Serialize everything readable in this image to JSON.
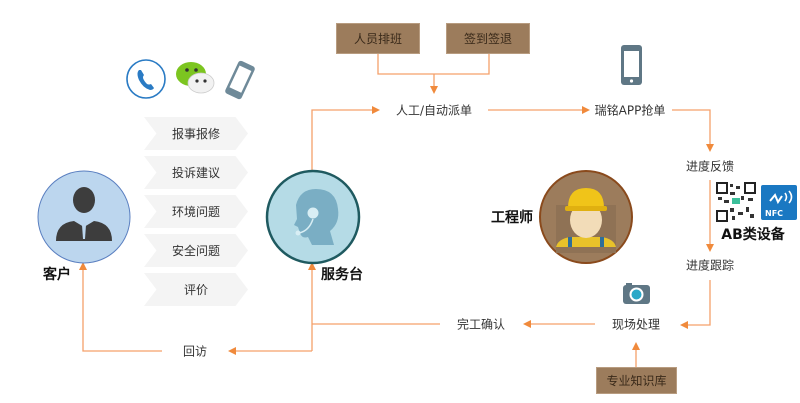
{
  "nodes": {
    "customer": "客户",
    "service_desk": "服务台",
    "engineer": "工程师",
    "ab_devices": "AB类设备",
    "nfc": "NFC"
  },
  "boxes": {
    "scheduling": "人员排班",
    "checkin": "签到签退",
    "knowledge_base": "专业知识库"
  },
  "request_types": [
    "报事报修",
    "投诉建议",
    "环境问题",
    "安全问题",
    "评价"
  ],
  "flow": {
    "dispatch": "人工/自动派单",
    "app_grab": "瑞铭APP抢单",
    "progress_feedback": "进度反馈",
    "progress_tracking": "进度跟踪",
    "onsite": "现场处理",
    "completion": "完工确认",
    "revisit": "回访"
  },
  "icons": [
    "phone-call-icon",
    "wechat-icon",
    "mobile-phone-icon",
    "camera-icon",
    "qr-code-icon",
    "nfc-icon"
  ],
  "colors": {
    "arrow": "#f08a3c",
    "box": "#9c7c5c",
    "customer": "#bcd6ee",
    "service": "#b5dbe6",
    "engineer": "#9c7c5c"
  }
}
